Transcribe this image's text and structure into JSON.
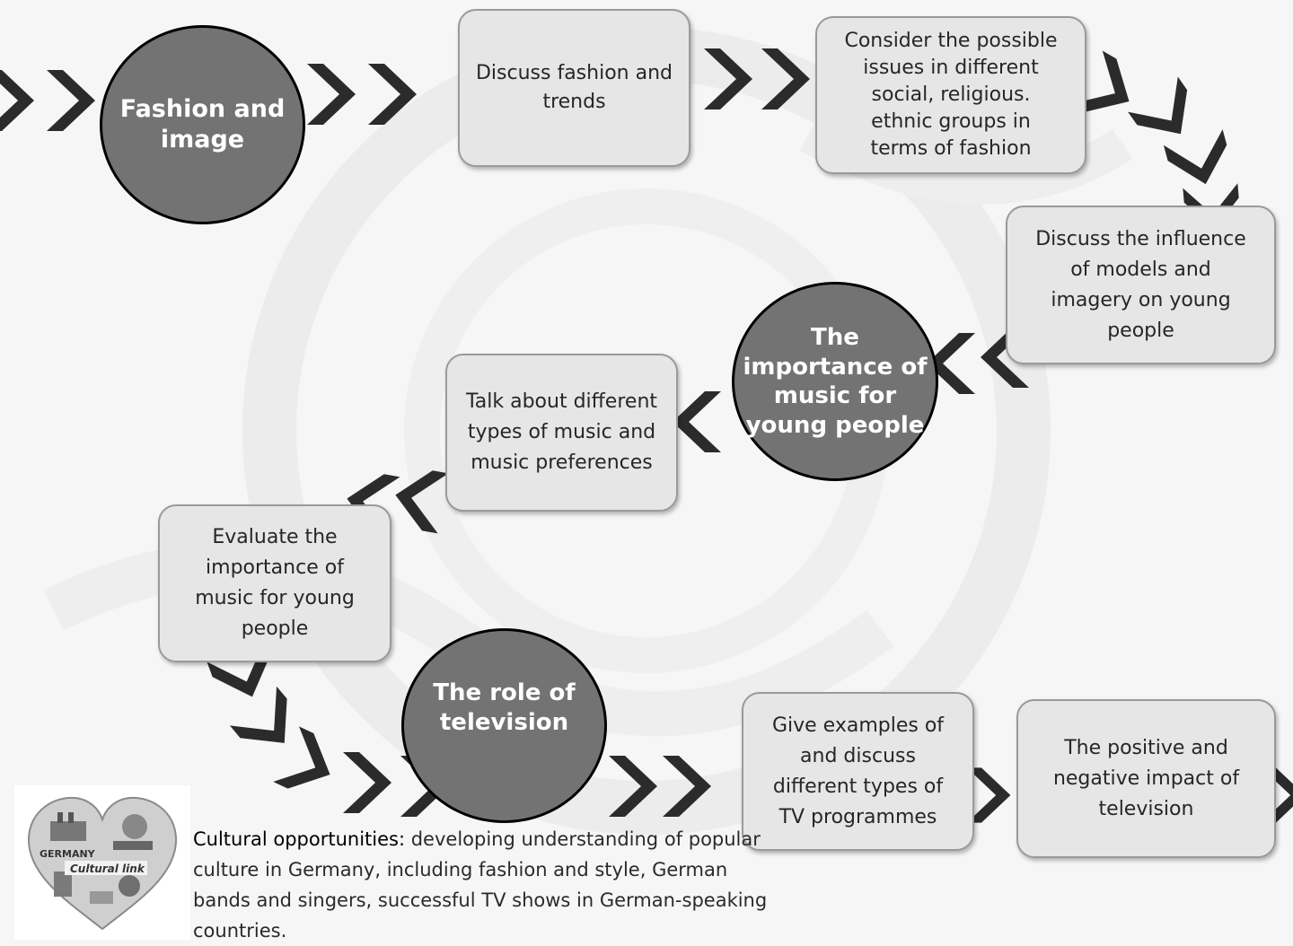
{
  "topics": [
    {
      "title": "Fashion and image"
    },
    {
      "title": "The importance of music for young people"
    },
    {
      "title": "The role of television"
    }
  ],
  "boxes": [
    "Discuss fashion and trends",
    "Consider the possible issues in different social, religious. ethnic groups in terms of fashion",
    "Discuss the influence of models and imagery on young people",
    "Talk about different types of music and music preferences",
    "Evaluate the importance of music for young people",
    "Give examples of and discuss different types of TV programmes",
    "The positive and negative impact of television"
  ],
  "cultural": {
    "logo_text_top": "GERMANY",
    "logo_text_main": "Cultural link",
    "label": "Cultural opportunities:",
    "text": " developing understanding of popular culture in Germany, including fashion and style, German bands and singers, successful TV shows in German-speaking countries."
  },
  "colors": {
    "chevron": "#2b2b2b",
    "circle_fill": "#737373",
    "box_fill": "#e6e6e6",
    "box_border": "#9a9a9a"
  },
  "icons": {
    "chevron": "chevron-arrow-icon",
    "logo": "heart-collage-icon"
  }
}
